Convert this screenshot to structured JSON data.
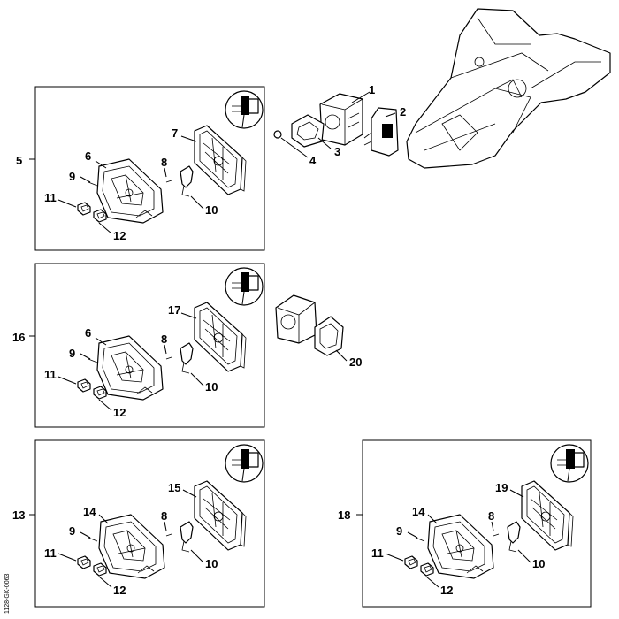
{
  "diagram": {
    "callouts": {
      "c1": "1",
      "c2": "2",
      "c3": "3",
      "c4": "4",
      "c5": "5",
      "c13": "13",
      "c16": "16",
      "c18": "18",
      "c20": "20",
      "b1_7": "7",
      "b1_6": "6",
      "b1_8": "8",
      "b1_9": "9",
      "b1_10": "10",
      "b1_11": "11",
      "b1_12": "12",
      "b2_17": "17",
      "b2_6": "6",
      "b2_8": "8",
      "b2_9": "9",
      "b2_10": "10",
      "b2_11": "11",
      "b2_12": "12",
      "b3_15": "15",
      "b3_14": "14",
      "b3_8": "8",
      "b3_9": "9",
      "b3_10": "10",
      "b3_11": "11",
      "b3_12": "12",
      "b4_19": "19",
      "b4_14": "14",
      "b4_8": "8",
      "b4_9": "9",
      "b4_10": "10",
      "b4_11": "11",
      "b4_12": "12"
    },
    "drawing_code": "1128-GK-0063"
  }
}
